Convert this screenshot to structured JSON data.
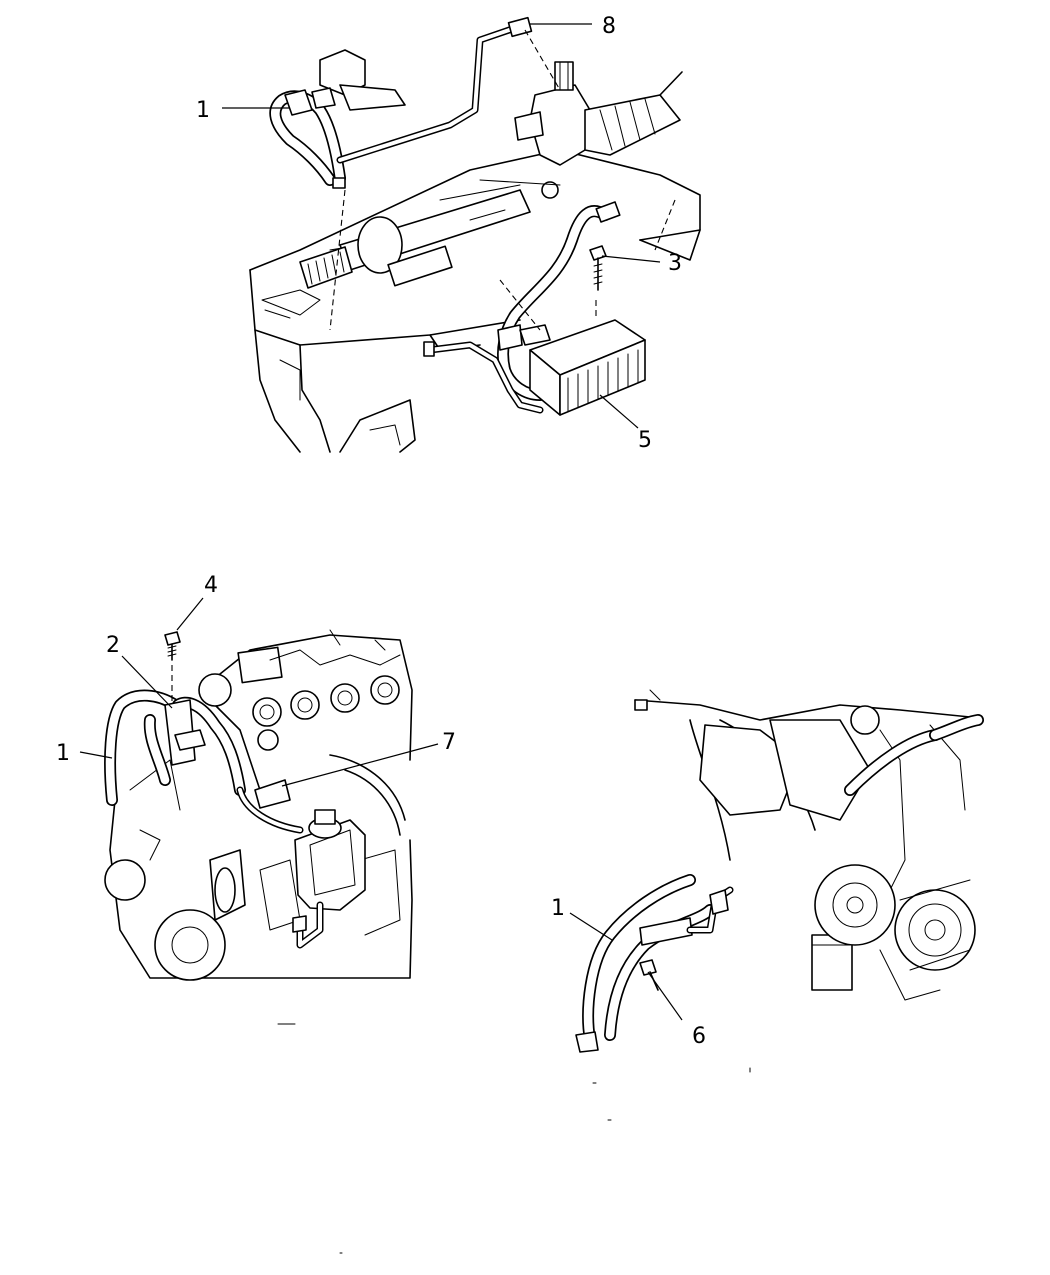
{
  "callouts": {
    "top": {
      "label_8": "8",
      "label_1": "1",
      "label_3": "3",
      "label_5": "5"
    },
    "bottom_left": {
      "label_4": "4",
      "label_2": "2",
      "label_1": "1",
      "label_7": "7"
    },
    "bottom_right": {
      "label_1": "1",
      "label_6": "6"
    }
  }
}
